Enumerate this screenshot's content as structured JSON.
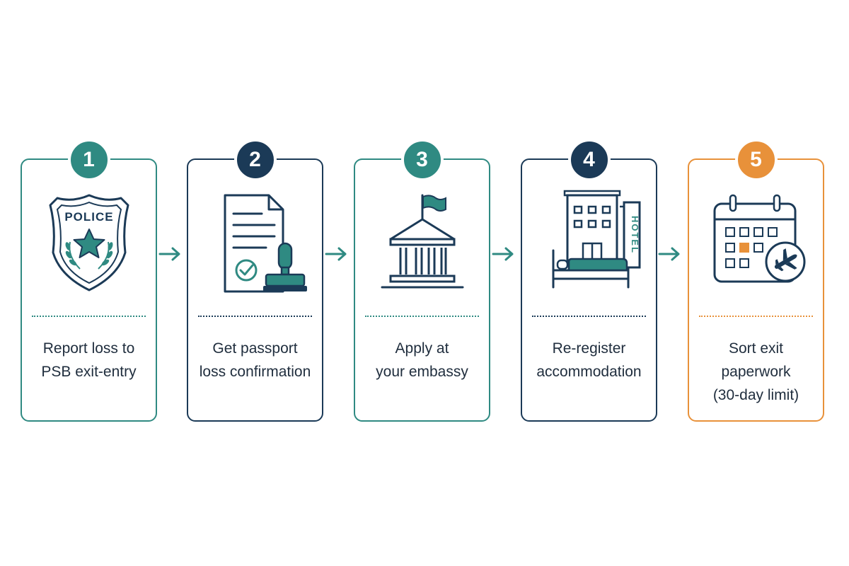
{
  "colors": {
    "teal": "#2f8a82",
    "navy": "#1b3a57",
    "orange": "#e8913a",
    "text": "#1f2d3d",
    "arrow": "#2f8a82"
  },
  "badge_icon": {
    "text": "POLICE"
  },
  "hotel_icon": {
    "sign": "HOTEL"
  },
  "steps": [
    {
      "number": "1",
      "label": "Report loss to\nPSB exit-entry",
      "icon": "police-badge-icon"
    },
    {
      "number": "2",
      "label": "Get passport\nloss confirmation",
      "icon": "document-stamp-icon"
    },
    {
      "number": "3",
      "label": "Apply at\nyour embassy",
      "icon": "embassy-building-icon"
    },
    {
      "number": "4",
      "label": "Re-register\naccommodation",
      "icon": "hotel-icon"
    },
    {
      "number": "5",
      "label": "Sort exit\npaperwork\n(30-day limit)",
      "icon": "calendar-plane-icon"
    }
  ]
}
